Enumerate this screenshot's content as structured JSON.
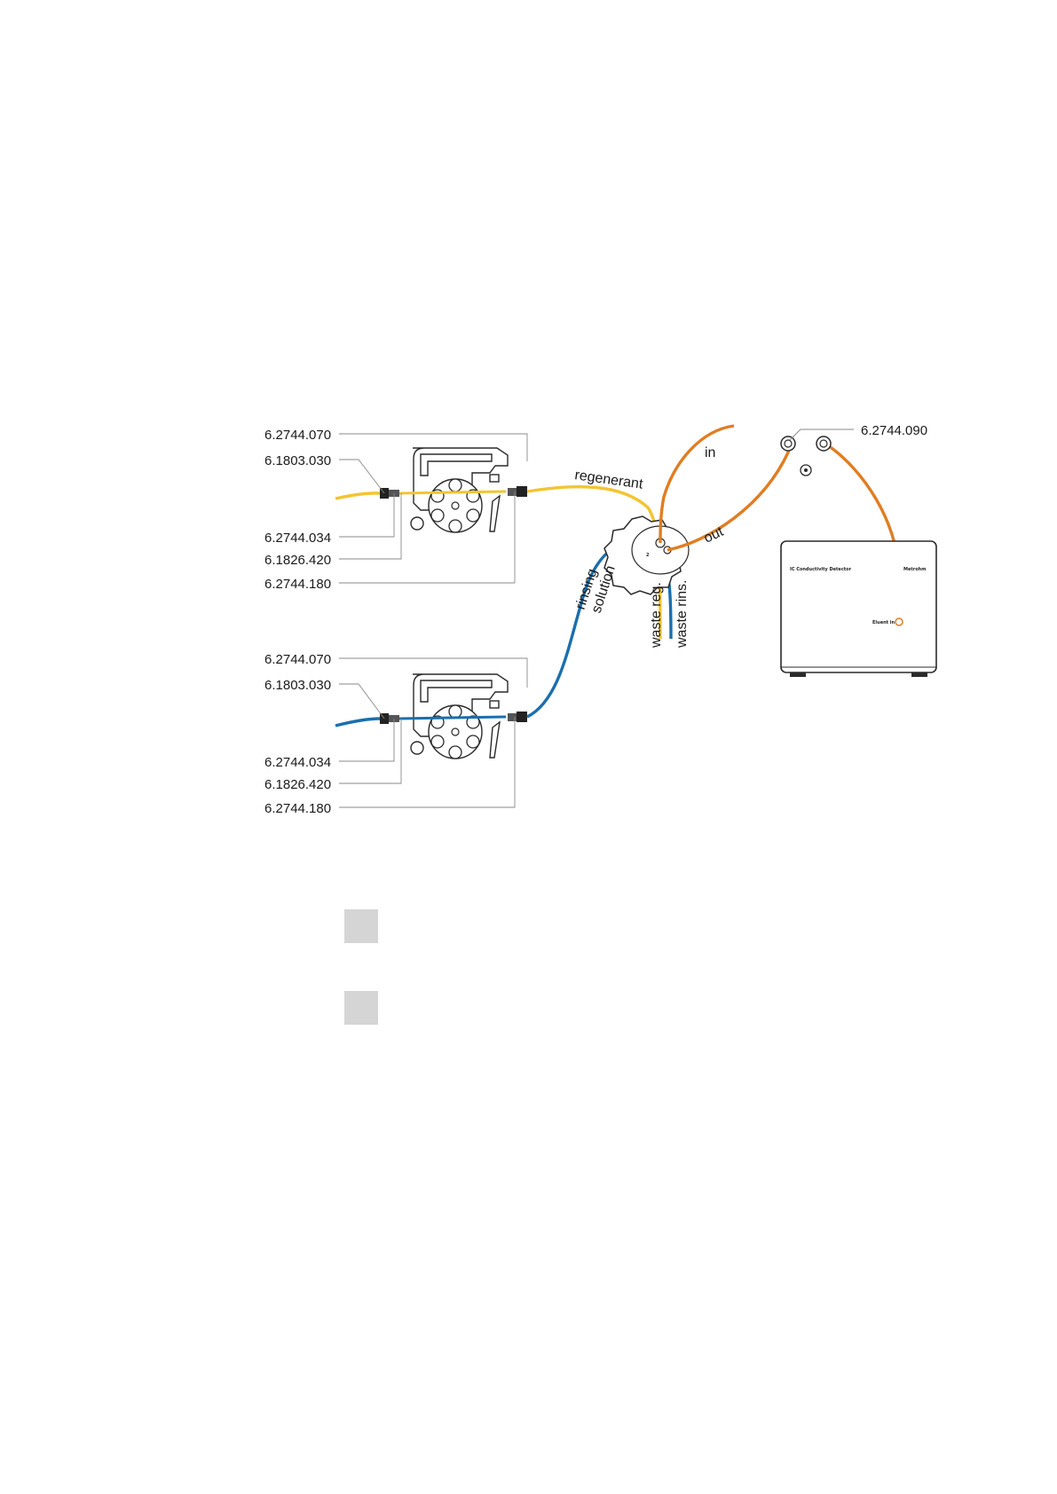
{
  "callouts": {
    "pump_top": [
      "6.2744.070",
      "6.1803.030",
      "6.2744.034",
      "6.1826.420",
      "6.2744.180"
    ],
    "pump_bottom": [
      "6.2744.070",
      "6.1803.030",
      "6.2744.034",
      "6.1826.420",
      "6.2744.180"
    ],
    "detector_inlet": "6.2744.090"
  },
  "tube_labels": {
    "regenerant": "regenerant",
    "in": "in",
    "out": "out",
    "rinsing": "rinsing",
    "solution": "solution",
    "waste_reg": "waste reg.",
    "waste_rins": "waste rins."
  },
  "valve": {
    "port_2": "2"
  },
  "detector": {
    "title": "IC Conductivity Detector",
    "brand": "Metrohm",
    "port_label": "Eluent in"
  },
  "colors": {
    "regenerant_tube": "#f2c531",
    "rinsing_tube": "#1a6fae",
    "eluent_tube": "#e07d22",
    "step_marker": "#d5d5d5"
  },
  "step_markers": [
    "",
    ""
  ]
}
